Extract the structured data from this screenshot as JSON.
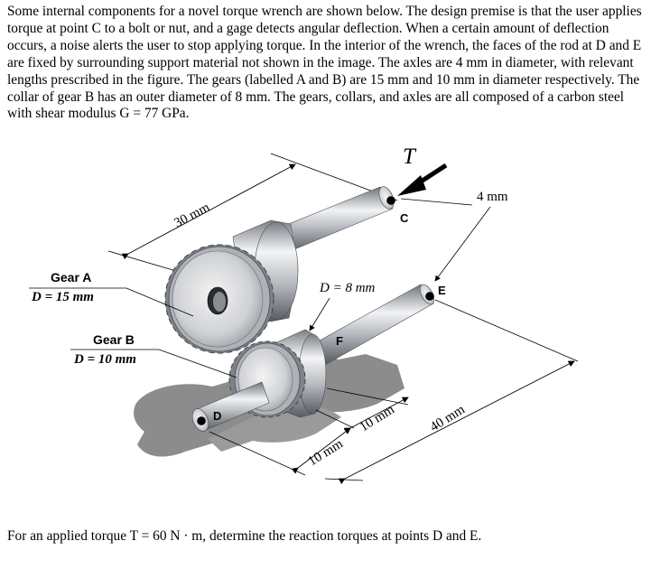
{
  "problem": {
    "paragraph": "Some internal components for a novel torque wrench are shown below. The design premise is that the user applies torque at point C to a bolt or nut, and a gage detects angular deflection. When a certain amount of deflection occurs, a noise alerts the user to stop applying torque. In the interior of the wrench, the faces of the rod at D and E are fixed by surrounding support material not shown in the image. The axles are 4 mm in diameter, with relevant lengths prescribed in the figure. The gears (labelled A and B) are 15 mm and 10 mm in diameter respectively. The collar of gear B has an outer diameter of 8 mm. The gears, collars, and axles are all composed of a carbon steel with shear modulus G = 77 GPa.",
    "question": "For an applied torque T = 60 N · m, determine the reaction torques at points D and E."
  },
  "figure": {
    "torque_label": "T",
    "point_c": "C",
    "point_d": "D",
    "point_e": "E",
    "point_f": "F",
    "dim_30mm": "30 mm",
    "dim_4mm": "4 mm",
    "dim_d8mm": "D = 8 mm",
    "dim_10mm_upper": "10 mm",
    "dim_10mm_lower": "10 mm",
    "dim_40mm": "40 mm",
    "gear_a_name": "Gear A",
    "gear_a_diameter": "D = 15 mm",
    "gear_b_name": "Gear B",
    "gear_b_diameter": "D = 10 mm"
  },
  "colors": {
    "steel_light": "#e9ebee",
    "steel_mid": "#a9adb3",
    "steel_dark": "#5d6168",
    "shadow": "#8c8c8c",
    "ink": "#000000"
  }
}
